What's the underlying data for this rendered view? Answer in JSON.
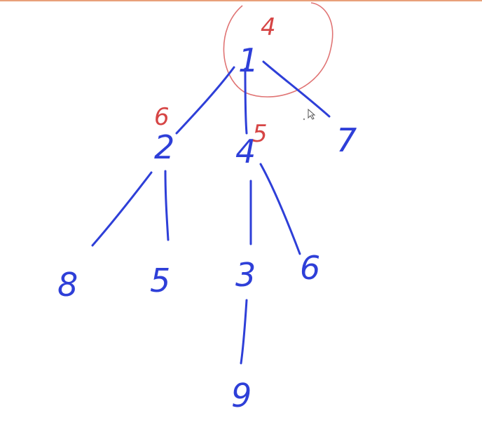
{
  "colors": {
    "ink_blue": "#2e3fd8",
    "ink_red": "#d64545",
    "circle_red": "#e07474",
    "top_rule": "#e8a07a"
  },
  "nodes": {
    "n1": "1",
    "n2": "2",
    "n4": "4",
    "n7": "7",
    "n8": "8",
    "n5": "5",
    "n3": "3",
    "n6": "6",
    "n9": "9"
  },
  "annotations": {
    "root": "4",
    "node2": "6",
    "node4": "5"
  },
  "icons": {
    "cursor": "mouse-pointer-icon"
  }
}
